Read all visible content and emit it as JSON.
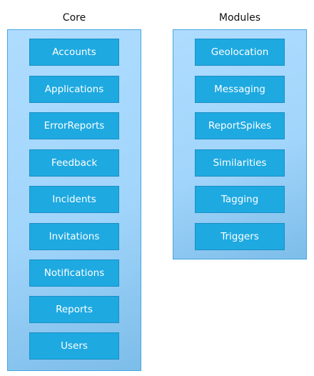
{
  "core": {
    "title": "Core",
    "items": [
      "Accounts",
      "Applications",
      "ErrorReports",
      "Feedback",
      "Incidents",
      "Invitations",
      "Notifications",
      "Reports",
      "Users"
    ]
  },
  "modules": {
    "title": "Modules",
    "items": [
      "Geolocation",
      "Messaging",
      "ReportSpikes",
      "Similarities",
      "Tagging",
      "Triggers"
    ]
  },
  "colors": {
    "box_fill": "#1ea9e1",
    "box_border": "#1a8fc4",
    "panel_fill_light": "#aedcff",
    "panel_fill_dark": "#7cbde9",
    "panel_border": "#4aa6e0"
  }
}
